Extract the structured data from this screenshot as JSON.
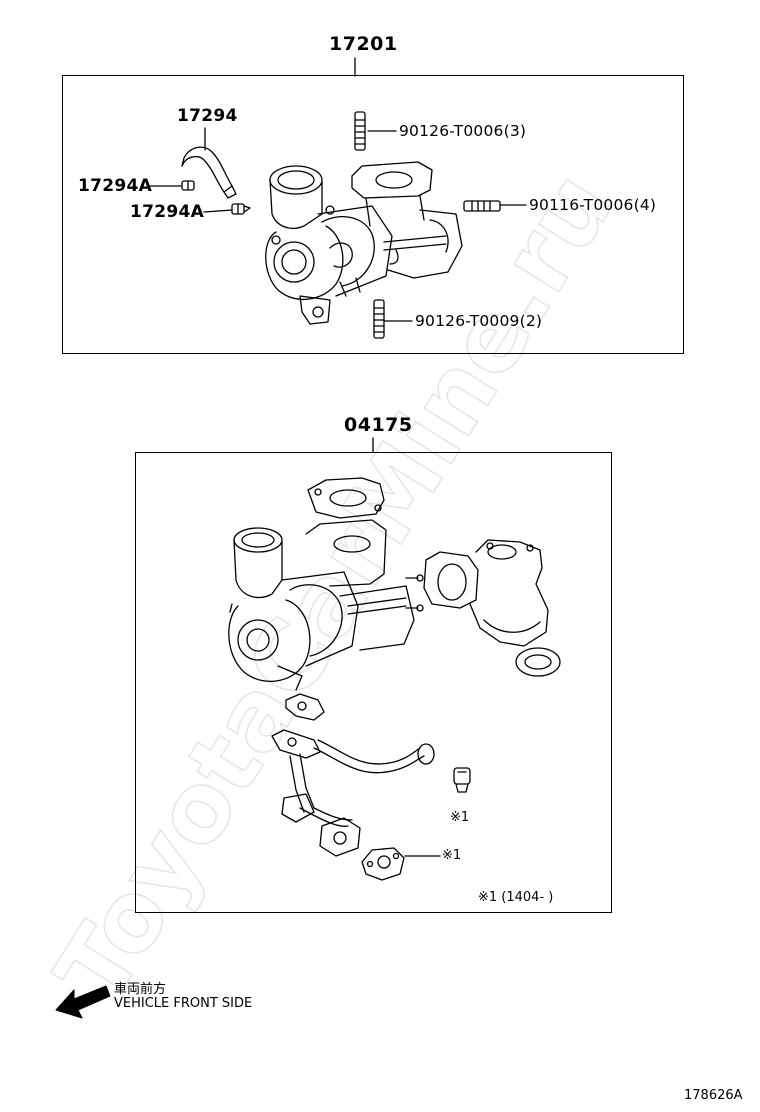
{
  "watermark": "ToyotaCarMine.ru",
  "top_box": {
    "assembly_part": "17201",
    "parts": {
      "hose": "17294",
      "clamp_a1": "17294A",
      "clamp_a2": "17294A",
      "stud_top": "90126-T0006(3)",
      "stud_right": "90116-T0006(4)",
      "stud_bottom": "90126-T0009(2)"
    }
  },
  "bottom_box": {
    "assembly_part": "04175",
    "note_mark_1": "※1",
    "note_mark_2": "※1",
    "note_legend": "※1 (1404-      )"
  },
  "direction": {
    "japanese": "車両前方",
    "english": "VEHICLE FRONT SIDE"
  },
  "diagram_code": "178626A"
}
